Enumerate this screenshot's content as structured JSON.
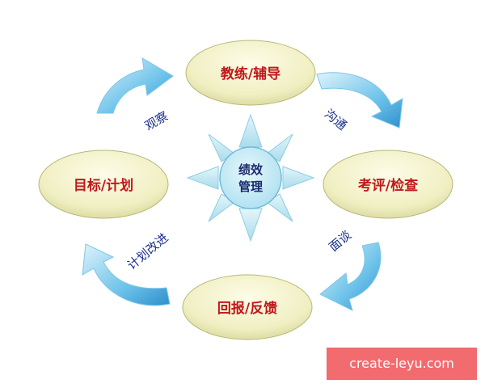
{
  "center": {
    "line1": "绩效",
    "line2": "管理"
  },
  "nodes": {
    "top": "教练/辅导",
    "right": "考评/检查",
    "bottom": "回报/反馈",
    "left": "目标/计划"
  },
  "edges": {
    "top_left": "观察",
    "top_right": "沟通",
    "bottom_right": "面谈",
    "bottom_left": "计划改进"
  },
  "watermark": "create-leyu.com",
  "colors": {
    "node_text": "#c0181c",
    "edge_text": "#1b2f8a",
    "arrow": "#5bb8e6",
    "triangle": "#b9e8f3",
    "center_fill": "#bfeaf5"
  }
}
